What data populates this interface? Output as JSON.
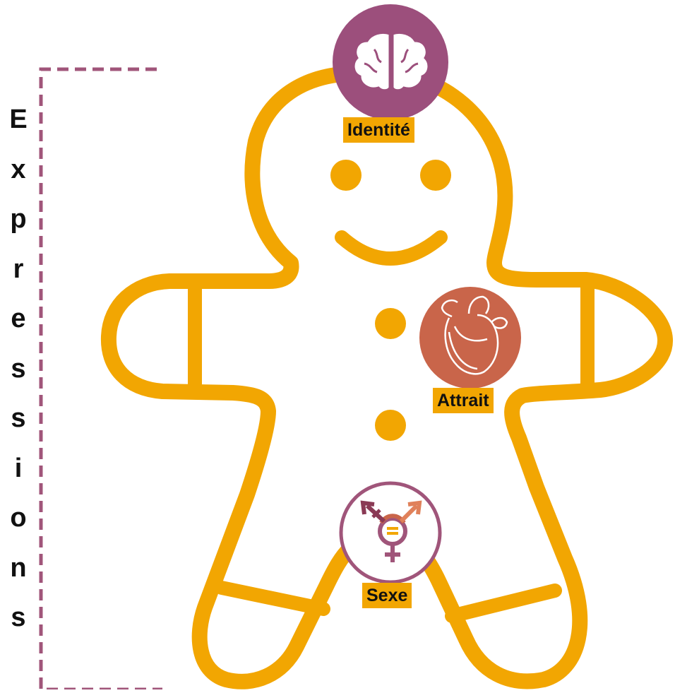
{
  "colors": {
    "outline": "#f2a602",
    "bracket": "#a0557a",
    "identity_badge": "#9c4f7c",
    "attraction_badge": "#c9654a",
    "sex_ring": "#a0557a",
    "label_bg": "#f2a602"
  },
  "vertical_label": [
    "E",
    "x",
    "p",
    "r",
    "e",
    "s",
    "s",
    "i",
    "o",
    "n",
    "s"
  ],
  "badges": {
    "identity": {
      "label": "Identité",
      "icon": "brain-icon"
    },
    "attraction": {
      "label": "Attrait",
      "icon": "heart-icon"
    },
    "sex": {
      "label": "Sexe",
      "icon": "gender-symbol-icon"
    }
  }
}
